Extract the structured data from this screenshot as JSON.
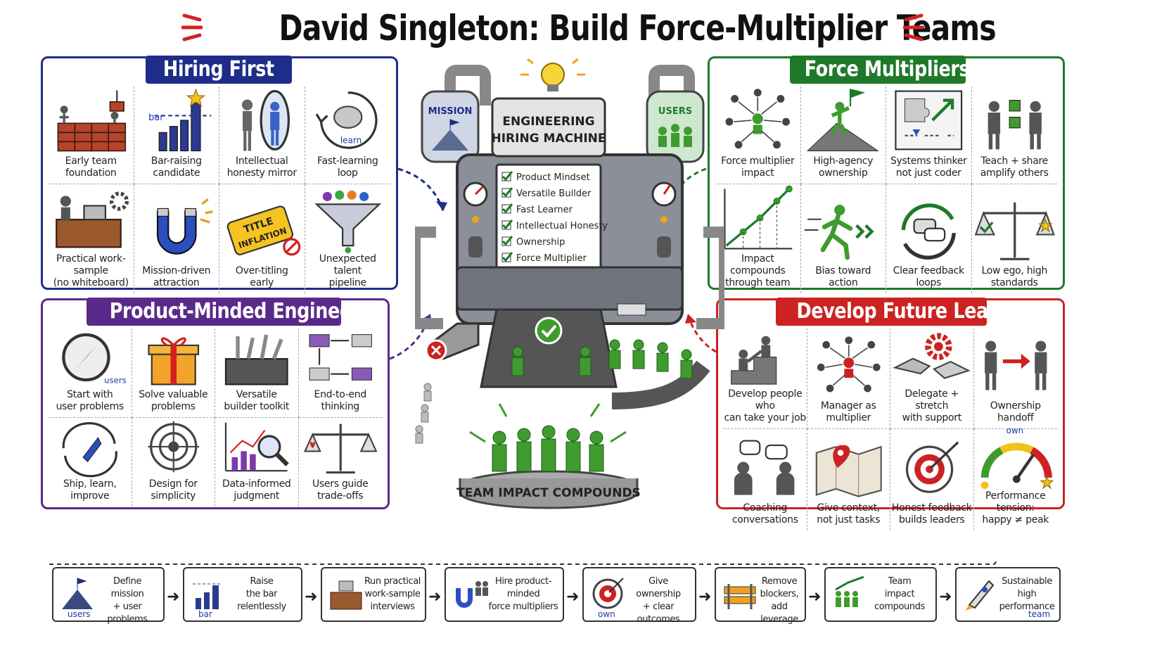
{
  "title": "David Singleton: Build Force-Multiplier Teams",
  "colors": {
    "hiring": "#1f2d8a",
    "product": "#5a2a8a",
    "force": "#1e7a2a",
    "leaders": "#cc2222",
    "figure": "#3f9b2e"
  },
  "hiring": {
    "heading": "Hiring First",
    "items": [
      {
        "label": "Early team\nfoundation",
        "icon": "brick-wall-icon"
      },
      {
        "label": "Bar-raising\ncandidate",
        "icon": "bar-chart-icon",
        "tag": "bar"
      },
      {
        "label": "Intellectual\nhonesty mirror",
        "icon": "mirror-icon"
      },
      {
        "label": "Fast-learning\nloop",
        "icon": "brain-loop-icon",
        "tag": "learn"
      },
      {
        "label": "Practical work-sample\n(no whiteboard)",
        "icon": "workbench-icon"
      },
      {
        "label": "Mission-driven\nattraction",
        "icon": "magnet-icon"
      },
      {
        "label": "Over-titling\nearly",
        "icon": "title-tag-icon",
        "tag": "TITLE\nINFLATION"
      },
      {
        "label": "Unexpected talent\npipeline",
        "icon": "funnel-icon"
      }
    ]
  },
  "product": {
    "heading": "Product-Minded Engineers",
    "items": [
      {
        "label": "Start with\nuser problems",
        "icon": "compass-icon",
        "tag": "users"
      },
      {
        "label": "Solve valuable\nproblems",
        "icon": "gift-icon"
      },
      {
        "label": "Versatile\nbuilder toolkit",
        "icon": "toolbox-icon"
      },
      {
        "label": "End-to-end\nthinking",
        "icon": "flow-boxes-icon"
      },
      {
        "label": "Ship, learn,\nimprove",
        "icon": "rocket-cycle-icon"
      },
      {
        "label": "Design for\nsimplicity",
        "icon": "target-icon"
      },
      {
        "label": "Data-informed\njudgment",
        "icon": "magnifier-chart-icon"
      },
      {
        "label": "Users guide\ntrade-offs",
        "icon": "scale-icon"
      }
    ]
  },
  "force": {
    "heading": "Force Multipliers",
    "items": [
      {
        "label": "Force multiplier\nimpact",
        "icon": "network-icon"
      },
      {
        "label": "High-agency\nownership",
        "icon": "summit-flag-icon"
      },
      {
        "label": "Systems thinker\nnot just coder",
        "icon": "puzzle-icon"
      },
      {
        "label": "Teach + share\namplify others",
        "icon": "teach-icon"
      },
      {
        "label": "Impact compounds\nthrough team",
        "icon": "growth-line-icon"
      },
      {
        "label": "Bias toward\naction",
        "icon": "runner-icon"
      },
      {
        "label": "Clear feedback\nloops",
        "icon": "feedback-loop-icon"
      },
      {
        "label": "Low ego, high\nstandards",
        "icon": "balance-icon"
      }
    ]
  },
  "leaders": {
    "heading": "Develop Future Leaders",
    "items": [
      {
        "label": "Develop people who\ncan take your job",
        "icon": "stairs-help-icon"
      },
      {
        "label": "Manager as\nmultiplier",
        "icon": "manager-network-icon"
      },
      {
        "label": "Delegate + stretch\nwith support",
        "icon": "handshake-gear-icon"
      },
      {
        "label": "Ownership\nhandoff",
        "icon": "handoff-icon",
        "tag": "own"
      },
      {
        "label": "Coaching\nconversations",
        "icon": "chat-icon"
      },
      {
        "label": "Give context,\nnot just tasks",
        "icon": "map-pin-icon"
      },
      {
        "label": "Honest feedback\nbuilds leaders",
        "icon": "bullseye-icon"
      },
      {
        "label": "Performance tension:\nhappy ≠ peak",
        "icon": "gauge-icon"
      }
    ]
  },
  "machine": {
    "sign": "ENGINEERING\nHIRING MACHINE",
    "left_tank": "MISSION",
    "right_tank": "USERS",
    "checklist": [
      "Product Mindset",
      "Versatile Builder",
      "Fast Learner",
      "Intellectual Honesty",
      "Ownership",
      "Force Multiplier"
    ],
    "base": "TEAM IMPACT COMPOUNDS"
  },
  "flow": [
    {
      "label": "Define mission\n+ user problems",
      "tag": "users",
      "icon": "mountain-flag-icon"
    },
    {
      "label": "Raise\nthe bar\nrelentlessly",
      "tag": "bar",
      "icon": "bar-chart-icon"
    },
    {
      "label": "Run practical\nwork-sample\ninterviews",
      "icon": "workbench-icon"
    },
    {
      "label": "Hire product-minded\nforce multipliers",
      "icon": "magnet-people-icon"
    },
    {
      "label": "Give ownership\n+ clear outcomes",
      "tag": "own",
      "icon": "target-icon"
    },
    {
      "label": "Remove\nblockers,\nadd leverage",
      "icon": "barrier-icon"
    },
    {
      "label": "Team\nimpact\ncompounds",
      "icon": "team-growth-icon"
    },
    {
      "label": "Sustainable high\nperformance",
      "tag": "team",
      "icon": "rocket-icon"
    }
  ]
}
